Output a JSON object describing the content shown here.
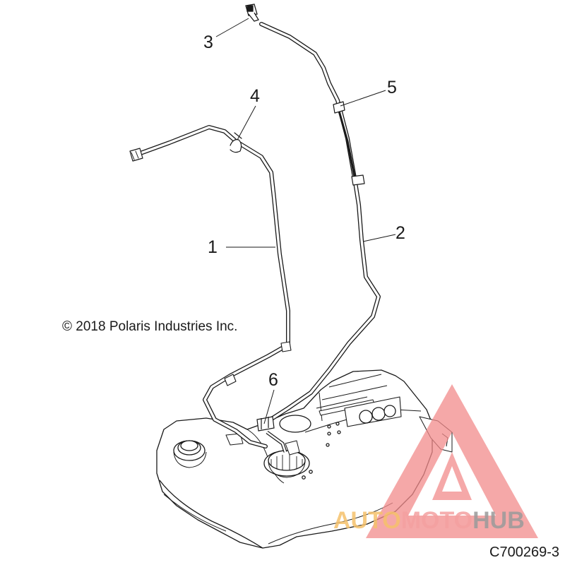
{
  "callouts": [
    "1",
    "2",
    "3",
    "4",
    "5",
    "6"
  ],
  "copyright": "© 2018 Polaris Industries Inc.",
  "drawing_code": "C700269-3",
  "watermark": {
    "part1": "AUTO",
    "part2": "MOTO",
    "part3": "HUB",
    "colors": {
      "auto": "#f5c16c",
      "moto": "#f4a0a0",
      "hub": "#9a9a9a",
      "triangle": "#f28b8b"
    }
  },
  "colors": {
    "line": "#1a1a1a",
    "tank_fill": "#ffffff"
  }
}
